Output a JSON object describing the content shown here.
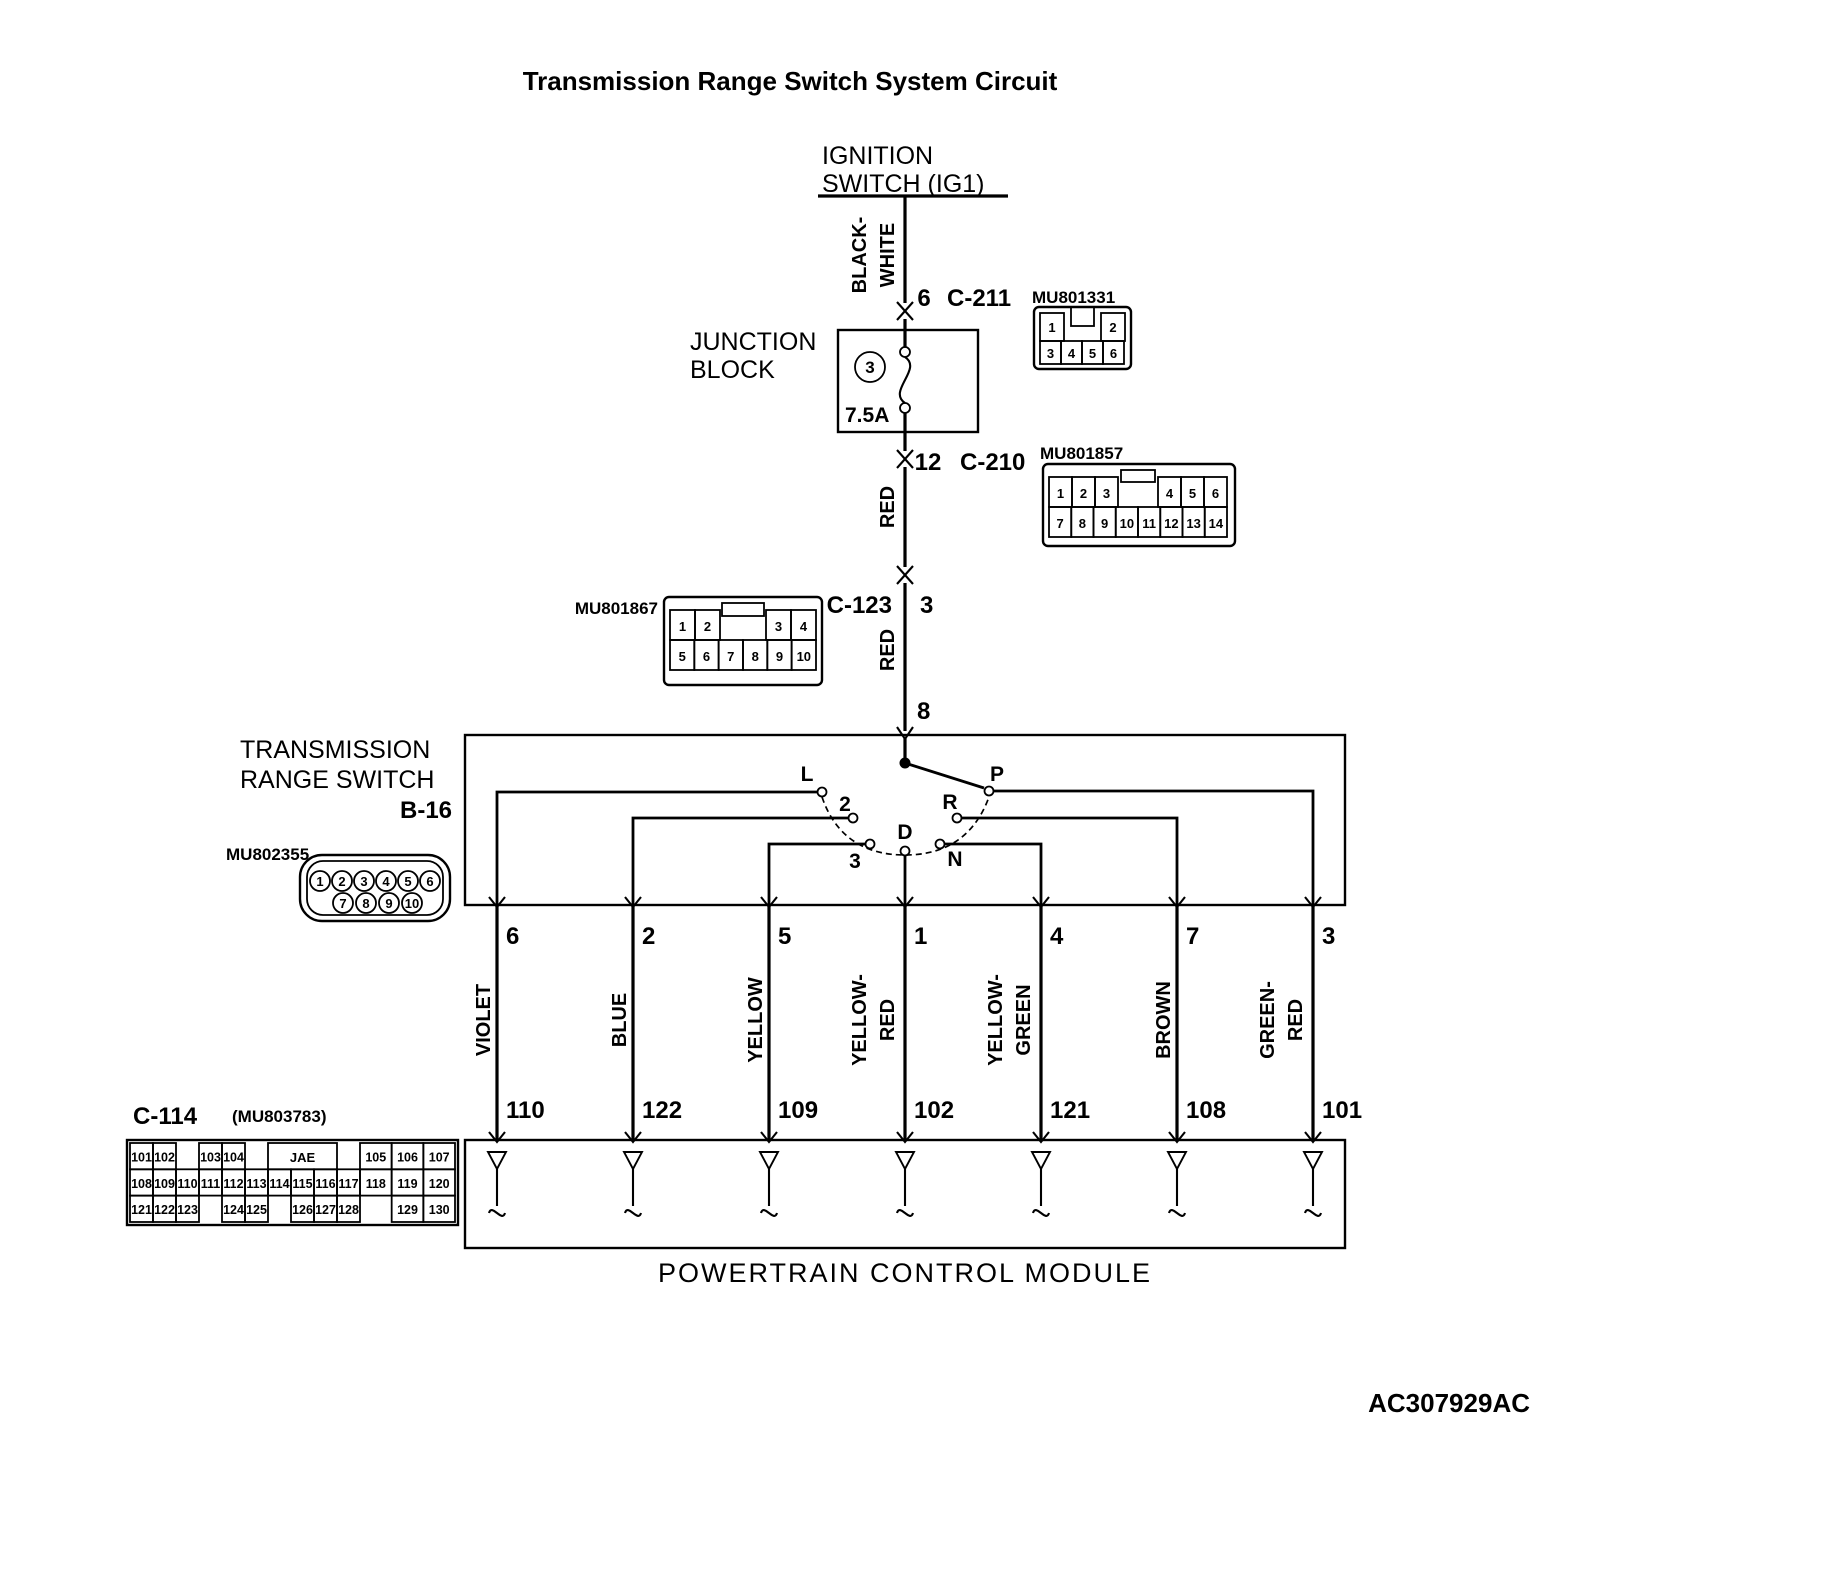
{
  "title": "Transmission Range Switch System Circuit",
  "diagram_code": "AC307929AC",
  "ignition": {
    "line1": "IGNITION",
    "line2": "SWITCH (IG1)"
  },
  "junction_block": {
    "line1": "JUNCTION",
    "line2": "BLOCK",
    "fuse_no": "3",
    "fuse_rating": "7.5A"
  },
  "feed": {
    "color_line1": "BLACK-",
    "color_line2": "WHITE",
    "red_upper": "RED",
    "red_lower": "RED",
    "c211_pin": "6",
    "c211_name": "C-211",
    "c210_pin": "12",
    "c210_name": "C-210",
    "c123_name": "C-123",
    "c123_pin": "3",
    "trs_entry_pin": "8"
  },
  "connectors": {
    "mu801331": {
      "part": "MU801331",
      "row1": [
        "1",
        "2"
      ],
      "row2": [
        "3",
        "4",
        "5",
        "6"
      ]
    },
    "mu801857": {
      "part": "MU801857",
      "row1": [
        "1",
        "2",
        "3",
        "4",
        "5",
        "6"
      ],
      "row2": [
        "7",
        "8",
        "9",
        "10",
        "11",
        "12",
        "13",
        "14"
      ]
    },
    "mu801867": {
      "part": "MU801867",
      "row1": [
        "1",
        "2",
        "3",
        "4"
      ],
      "row2": [
        "5",
        "6",
        "7",
        "8",
        "9",
        "10"
      ]
    },
    "mu802355": {
      "part": "MU802355",
      "row1": [
        "1",
        "2",
        "3",
        "4",
        "5",
        "6"
      ],
      "row2": [
        "7",
        "8",
        "9",
        "10"
      ]
    }
  },
  "trs": {
    "line1": "TRANSMISSION",
    "line2": "RANGE SWITCH",
    "connector": "B-16",
    "positions": {
      "L": "L",
      "two": "2",
      "three": "3",
      "D": "D",
      "N": "N",
      "R": "R",
      "P": "P"
    }
  },
  "columns": [
    {
      "trs_pin": "6",
      "color": [
        "VIOLET"
      ],
      "pcm_pin": "110"
    },
    {
      "trs_pin": "2",
      "color": [
        "BLUE"
      ],
      "pcm_pin": "122"
    },
    {
      "trs_pin": "5",
      "color": [
        "YELLOW"
      ],
      "pcm_pin": "109"
    },
    {
      "trs_pin": "1",
      "color": [
        "YELLOW-",
        "RED"
      ],
      "pcm_pin": "102"
    },
    {
      "trs_pin": "4",
      "color": [
        "YELLOW-",
        "GREEN"
      ],
      "pcm_pin": "121"
    },
    {
      "trs_pin": "7",
      "color": [
        "BROWN"
      ],
      "pcm_pin": "108"
    },
    {
      "trs_pin": "3",
      "color": [
        "GREEN-",
        "RED"
      ],
      "pcm_pin": "101"
    }
  ],
  "pcm": {
    "label": "POWERTRAIN CONTROL MODULE"
  },
  "c114": {
    "name": "C-114",
    "part": "(MU803783)",
    "row1": [
      "101",
      "102",
      "103",
      "104",
      "JAE",
      "105",
      "106",
      "107"
    ],
    "row2": [
      "108",
      "109",
      "110",
      "111",
      "112",
      "113",
      "114",
      "115",
      "116",
      "117",
      "118",
      "119",
      "120"
    ],
    "row3": [
      "121",
      "122",
      "123",
      "124",
      "125",
      "126",
      "127",
      "128",
      "129",
      "130"
    ]
  }
}
